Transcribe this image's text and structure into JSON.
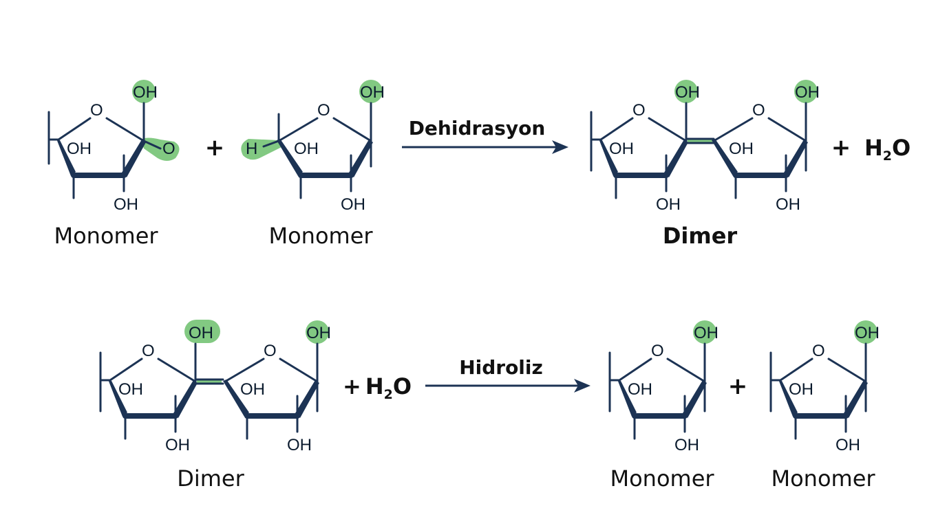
{
  "atoms": {
    "ring_oxygen": "O",
    "hydroxyl": "OH",
    "glycosidic_oxygen": "O",
    "hydrogen": "H"
  },
  "labels": {
    "monomer": "Monomer",
    "dimer": "Dimer"
  },
  "reactions": {
    "dehydration": "Dehidrasyon",
    "hydrolysis": "Hidroliz"
  },
  "symbols": {
    "plus": "+"
  },
  "water": {
    "h": "H",
    "subscript": "2",
    "o": "O"
  },
  "colors": {
    "highlight": "#82c982",
    "bond": "#1c3354",
    "text": "#111111"
  }
}
